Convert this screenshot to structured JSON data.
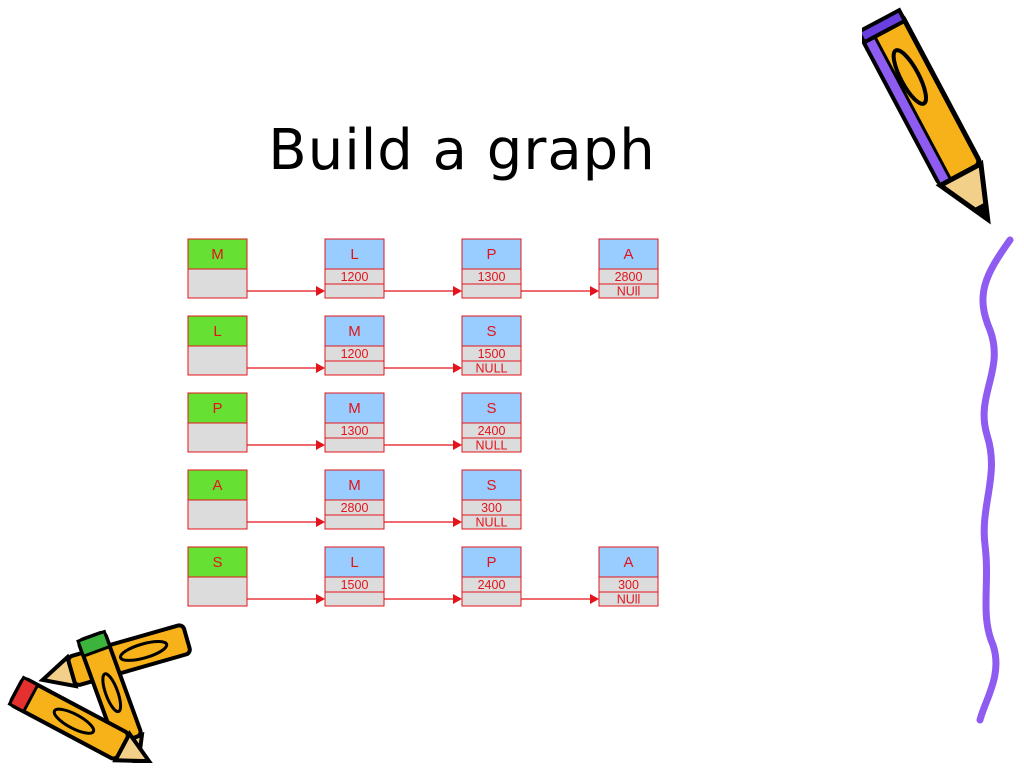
{
  "slide": {
    "title": "Build a graph"
  },
  "adjacency_list": [
    {
      "vertex": "M",
      "neighbors": [
        {
          "name": "L",
          "address": "1200",
          "next": ""
        },
        {
          "name": "P",
          "address": "1300",
          "next": ""
        },
        {
          "name": "A",
          "address": "2800",
          "next": "NUll"
        }
      ]
    },
    {
      "vertex": "L",
      "neighbors": [
        {
          "name": "M",
          "address": "1200",
          "next": ""
        },
        {
          "name": "S",
          "address": "1500",
          "next": "NULL"
        }
      ]
    },
    {
      "vertex": "P",
      "neighbors": [
        {
          "name": "M",
          "address": "1300",
          "next": ""
        },
        {
          "name": "S",
          "address": "2400",
          "next": "NULL"
        }
      ]
    },
    {
      "vertex": "A",
      "neighbors": [
        {
          "name": "M",
          "address": "2800",
          "next": ""
        },
        {
          "name": "S",
          "address": "300",
          "next": "NULL"
        }
      ]
    },
    {
      "vertex": "S",
      "neighbors": [
        {
          "name": "L",
          "address": "1500",
          "next": ""
        },
        {
          "name": "P",
          "address": "2400",
          "next": ""
        },
        {
          "name": "A",
          "address": "300",
          "next": "NUll"
        }
      ]
    }
  ],
  "colors": {
    "head_top": "#66e033",
    "head_bottom": "#dcdcdc",
    "node_top": "#99ccff",
    "node_bottom": "#dcdcdc",
    "border": "#e3141b",
    "text": "#e3141b",
    "arrow": "#e3141b"
  },
  "decorations": {
    "pencil_right_icon": "pencil-icon",
    "pencils_bottom_left_icon": "crossed-pencils-icon",
    "border_line_icon": "wavy-line-icon"
  }
}
